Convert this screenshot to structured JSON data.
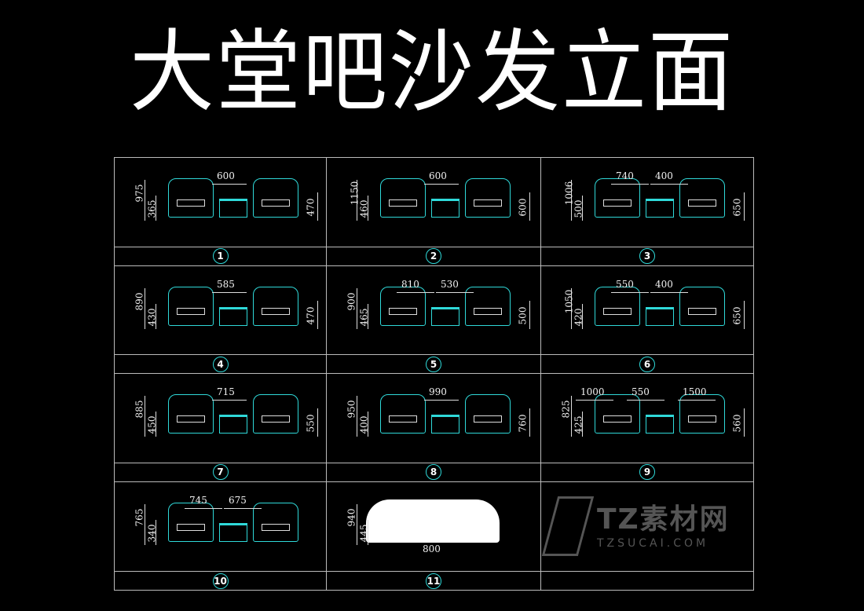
{
  "title": "大堂吧沙发立面",
  "watermark": {
    "brand": "TZ素材网",
    "url": "TZSUCAI.COM"
  },
  "colors": {
    "line": "#2fd9d9",
    "dim": "#f2f2f2",
    "grid": "#bbbbbb",
    "bg": "#000000"
  },
  "panels": [
    {
      "number": "1",
      "left_dims": [
        "975",
        "365"
      ],
      "top_dims": [
        "600"
      ],
      "right_dims": [
        "470"
      ],
      "fill": false
    },
    {
      "number": "2",
      "left_dims": [
        "1150",
        "460"
      ],
      "top_dims": [
        "600"
      ],
      "right_dims": [
        "600"
      ],
      "fill": false
    },
    {
      "number": "3",
      "left_dims": [
        "1006",
        "500"
      ],
      "top_dims": [
        "740",
        "400"
      ],
      "right_dims": [
        "650"
      ],
      "fill": false
    },
    {
      "number": "4",
      "left_dims": [
        "890",
        "430"
      ],
      "top_dims": [
        "585"
      ],
      "right_dims": [
        "470"
      ],
      "fill": false
    },
    {
      "number": "5",
      "left_dims": [
        "900",
        "465"
      ],
      "top_dims": [
        "810",
        "530"
      ],
      "right_dims": [
        "500"
      ],
      "fill": false
    },
    {
      "number": "6",
      "left_dims": [
        "1050",
        "420"
      ],
      "top_dims": [
        "550",
        "400"
      ],
      "right_dims": [
        "650"
      ],
      "fill": false
    },
    {
      "number": "7",
      "left_dims": [
        "885",
        "450"
      ],
      "top_dims": [
        "715"
      ],
      "right_dims": [
        "550"
      ],
      "fill": false
    },
    {
      "number": "8",
      "left_dims": [
        "950",
        "400"
      ],
      "top_dims": [
        "990"
      ],
      "right_dims": [
        "760"
      ],
      "fill": false
    },
    {
      "number": "9",
      "left_dims": [
        "825",
        "425"
      ],
      "top_dims": [
        "1000",
        "550",
        "1500"
      ],
      "right_dims": [
        "560"
      ],
      "fill": false
    },
    {
      "number": "10",
      "left_dims": [
        "765",
        "340"
      ],
      "top_dims": [
        "745",
        "675"
      ],
      "right_dims": [],
      "fill": false
    },
    {
      "number": "11",
      "left_dims": [
        "940",
        "445"
      ],
      "top_dims": [],
      "bottom_dims": [
        "800"
      ],
      "right_dims": [],
      "fill": true
    },
    {
      "number": "",
      "left_dims": [],
      "top_dims": [],
      "right_dims": [],
      "empty": true
    }
  ]
}
